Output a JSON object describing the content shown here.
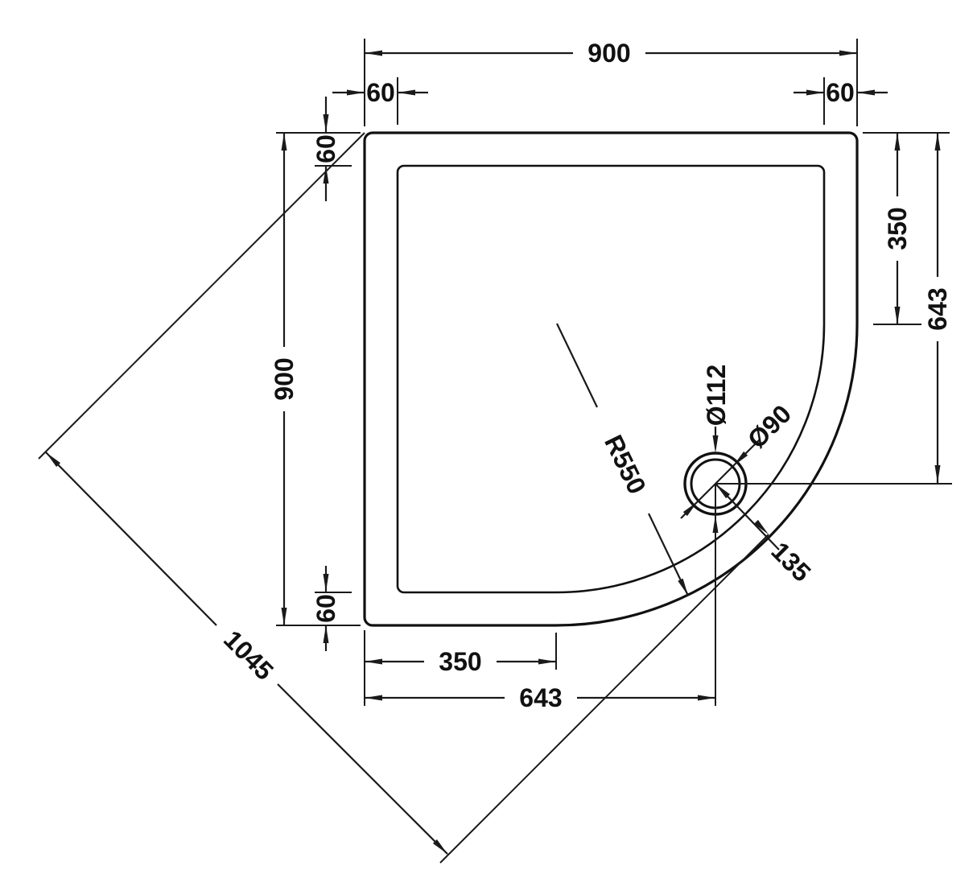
{
  "drawing": {
    "description": "quadrant shower tray top view technical drawing",
    "background_color": "#ffffff",
    "line_color": "#111111",
    "labels": {
      "top_width": "900",
      "top_left_offset": "60",
      "top_right_offset": "60",
      "left_height": "900",
      "left_top_offset": "60",
      "left_bottom_offset": "60",
      "right_straight_edge": "350",
      "right_to_drain": "643",
      "bottom_straight_edge": "350",
      "bottom_to_drain": "643",
      "diagonal": "1045",
      "corner_radius": "R550",
      "drain_outer_diameter": "Ø112",
      "drain_inner_diameter": "Ø90",
      "drain_to_edge": "135"
    }
  }
}
